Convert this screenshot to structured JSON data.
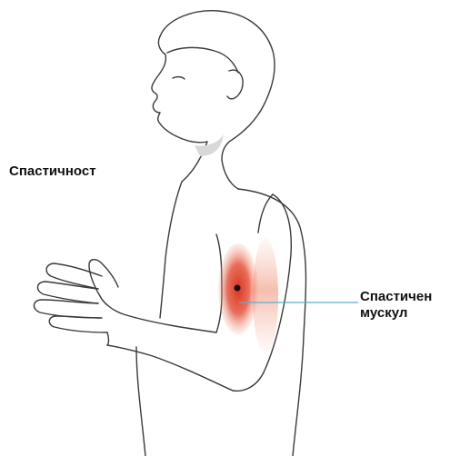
{
  "labels": {
    "title": "Спастичност",
    "muscle_line1": "Спастичен",
    "muscle_line2": "мускул"
  },
  "colors": {
    "outline": "#3a3a3a",
    "muscle": "#e0432b",
    "muscle_faint": "#f2b6a8",
    "leader_line": "#5aaed0",
    "shading": "#d8d8d8"
  },
  "icons": [
    "person-outline",
    "spastic-muscle-highlight",
    "relaxed-muscle-highlight"
  ]
}
